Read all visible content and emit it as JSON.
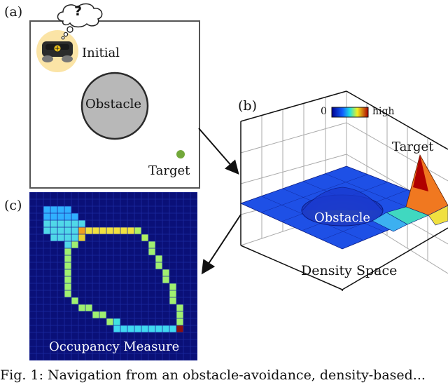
{
  "panels": {
    "a": {
      "label": "(a)",
      "thought": "?",
      "initial_label": "Initial",
      "obstacle_label": "Obstacle",
      "target_label": "Target",
      "colors": {
        "obstacle_fill": "#b8b8b8",
        "target": "#72a83a",
        "robot_glow": "#fbe4a6"
      }
    },
    "b": {
      "label": "(b)",
      "colorbar_low": "0",
      "colorbar_high": "high",
      "target_label": "Target",
      "obstacle_label": "Obstacle",
      "space_label": "Density Space"
    },
    "c": {
      "label": "(c)",
      "title": "Occupancy Measure",
      "colors": {
        "background": "#0a1078",
        "gridline": "#1c2aa0"
      }
    }
  },
  "caption": "Fig. 1: Navigation from an obstacle-avoidance, density-based..."
}
